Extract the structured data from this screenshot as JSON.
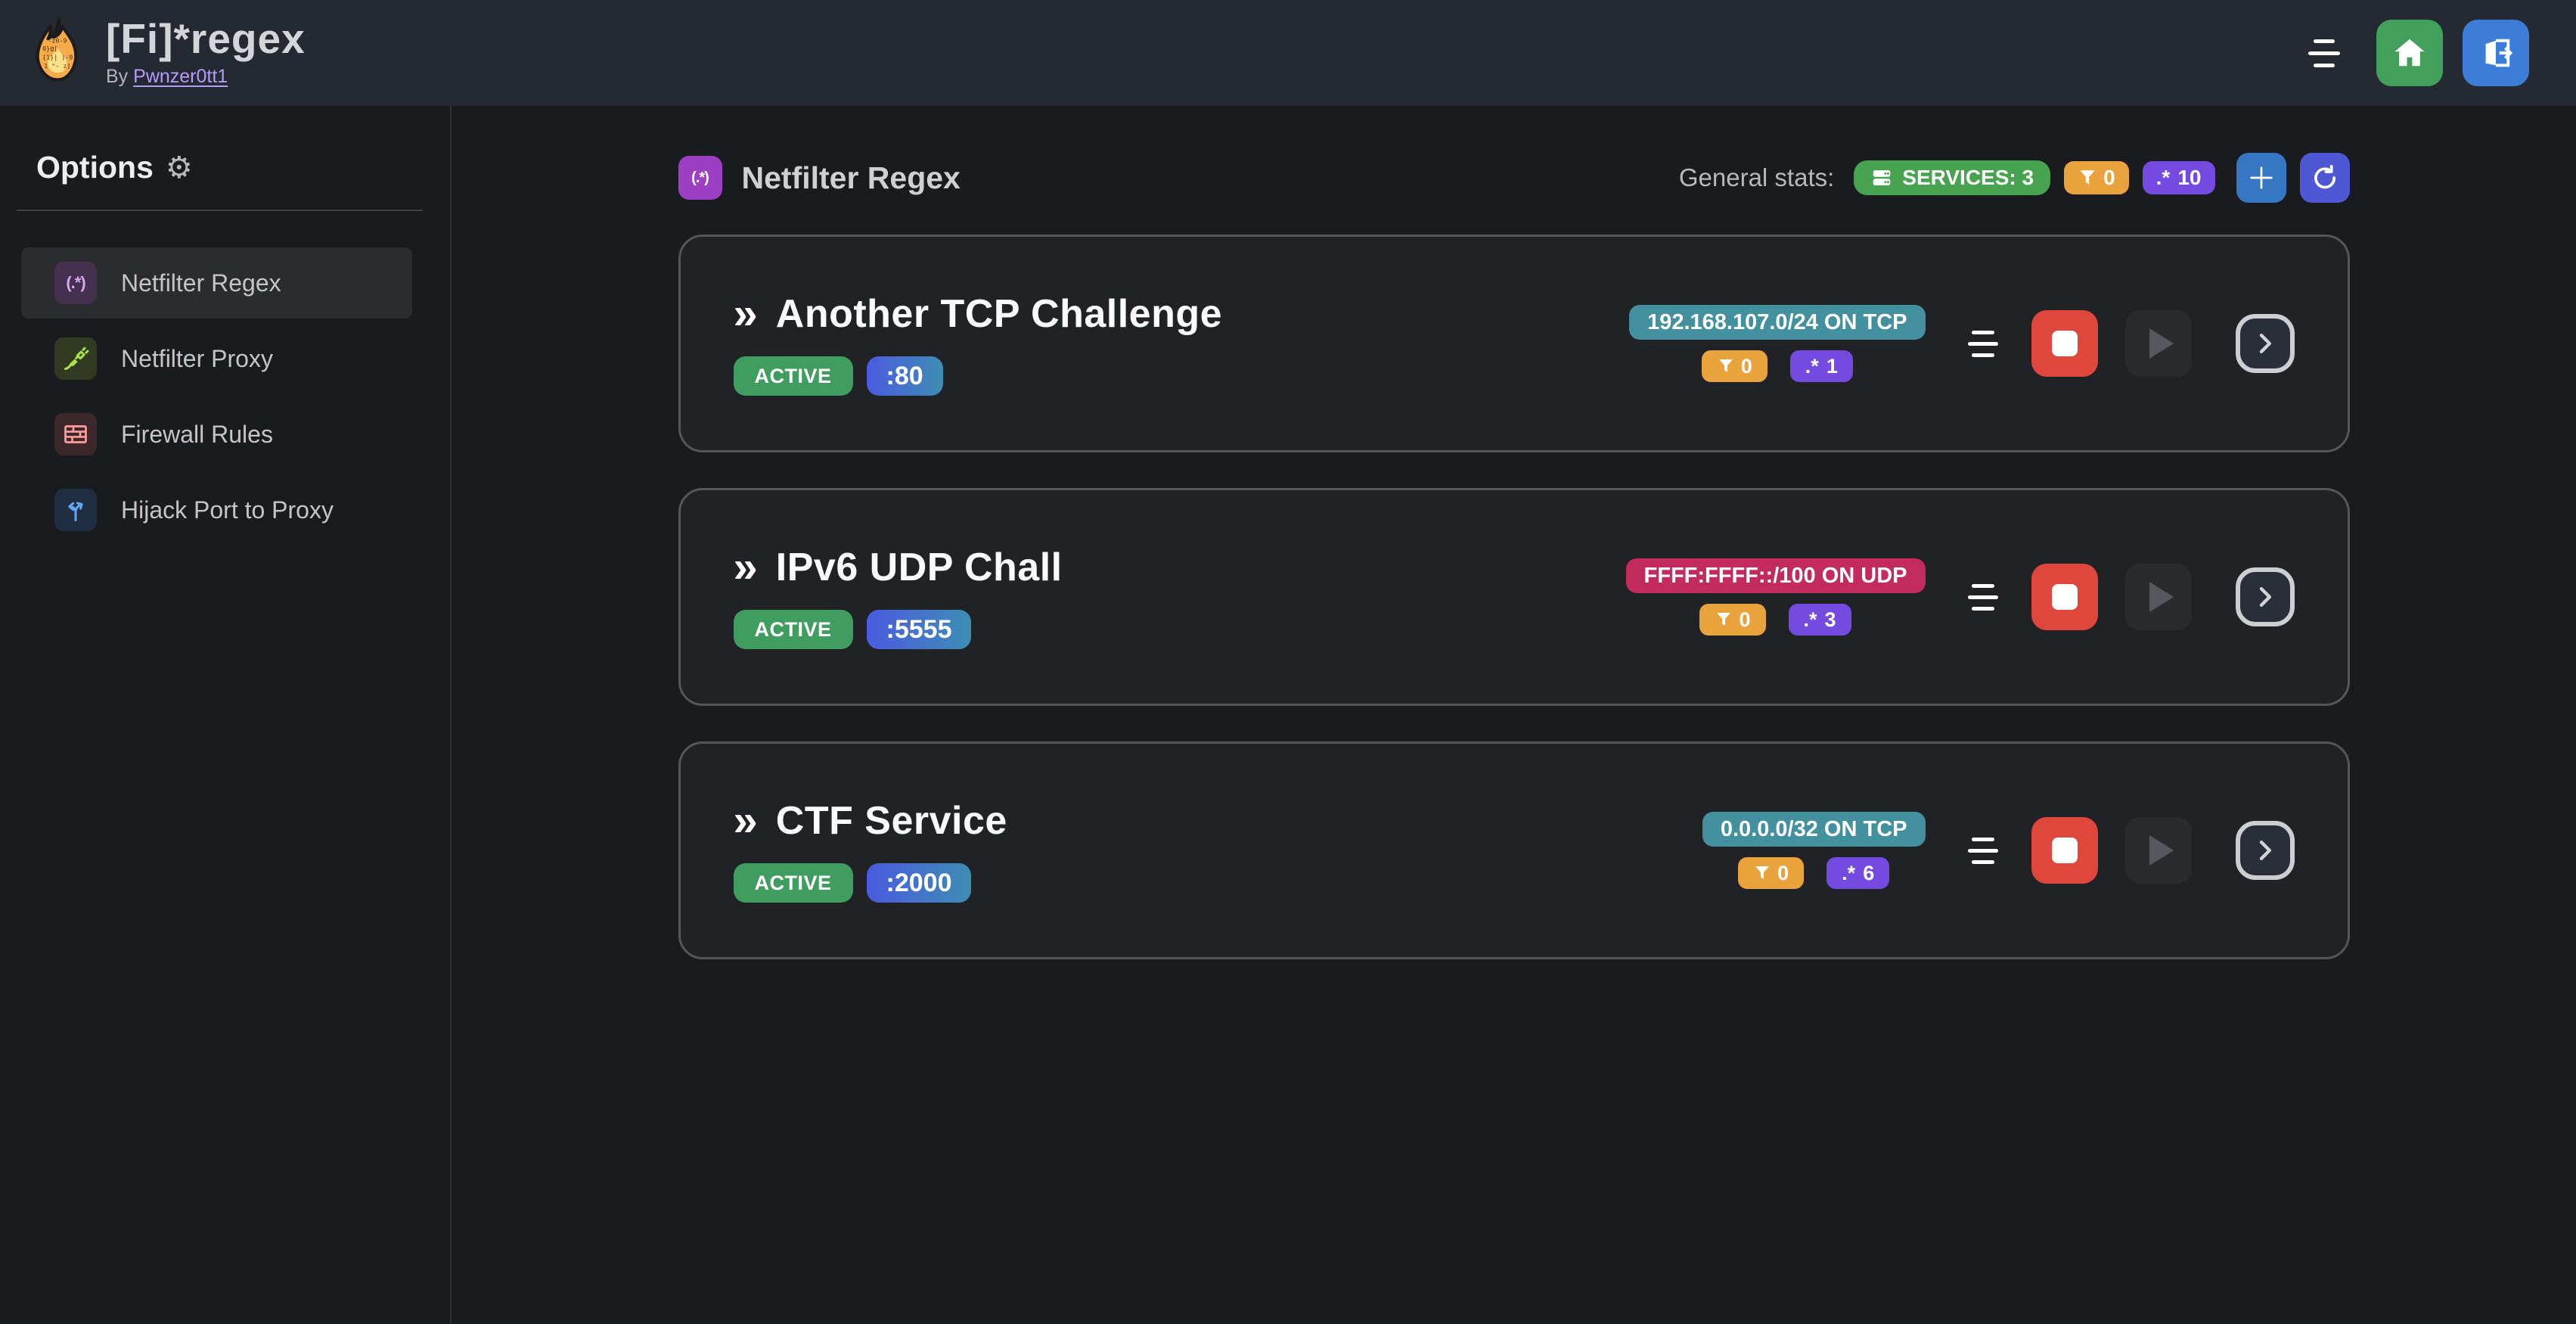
{
  "header": {
    "title": "[Fi]*regex",
    "byline_prefix": "By",
    "byline_link": "Pwnzer0tt1"
  },
  "sidebar": {
    "heading": "Options",
    "items": [
      {
        "label": "Netfilter Regex",
        "glyph": "(.*)"
      },
      {
        "label": "Netfilter Proxy"
      },
      {
        "label": "Firewall Rules"
      },
      {
        "label": "Hijack Port to Proxy"
      }
    ]
  },
  "main": {
    "section_icon_glyph": "(.*)",
    "section_title": "Netfilter Regex",
    "stats_label": "General stats:",
    "stats": {
      "services_label": "SERVICES: 3",
      "filtered_count": "0",
      "regex_count": "10"
    },
    "card_marker": "»"
  },
  "icons": {
    "gear": "⚙",
    "regex_badge": ".*"
  },
  "services": [
    {
      "name": "Another TCP Challenge",
      "status": "ACTIVE",
      "port": ":80",
      "address": "192.168.107.0/24 ON TCP",
      "address_variant": "teal",
      "filtered_count": "0",
      "regex_count": "1"
    },
    {
      "name": "IPv6 UDP Chall",
      "status": "ACTIVE",
      "port": ":5555",
      "address": "FFFF:FFFF::/100 ON UDP",
      "address_variant": "pink",
      "filtered_count": "0",
      "regex_count": "3"
    },
    {
      "name": "CTF Service",
      "status": "ACTIVE",
      "port": ":2000",
      "address": "0.0.0.0/32 ON TCP",
      "address_variant": "teal",
      "filtered_count": "0",
      "regex_count": "6"
    }
  ],
  "colors": {
    "page_bg": "#1a1b1e",
    "header_bg": "#252932",
    "card_bg": "#212226",
    "card_border": "#54565b",
    "green_services": "#48a351",
    "green_active": "#3f9e5f",
    "green_home": "#40a05c",
    "orange": "#e9a23c",
    "violet": "#744ae0",
    "teal": "#43919e",
    "pink": "#c32a5e",
    "red_stop": "#e0473c",
    "blue_plus": "#3577c2",
    "indigo_refresh": "#4f58d4",
    "blue_logout": "#3b7dd8",
    "grape_section": "#9d3fc3"
  }
}
